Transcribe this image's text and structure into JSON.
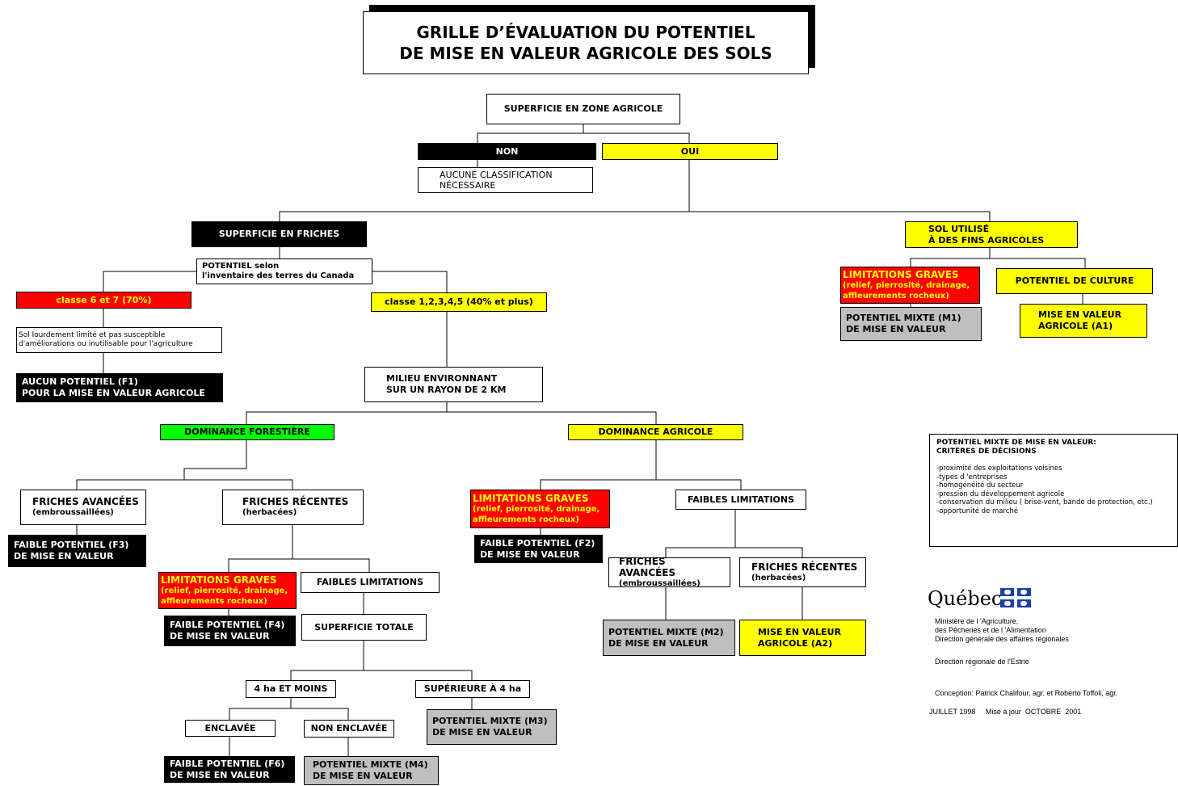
{
  "title": {
    "line1": "GRILLE D’ÉVALUATION DU POTENTIEL",
    "line2": "DE MISE EN VALEUR AGRICOLE DES SOLS"
  },
  "nodes": {
    "zone_agricole": "SUPERFICIE EN ZONE AGRICOLE",
    "non": "NON",
    "oui": "OUI",
    "aucune_classification": {
      "l1": "AUCUNE CLASSIFICATION",
      "l2": "NÉCESSAIRE"
    },
    "friches": "SUPERFICIE EN FRICHES",
    "sol_utilise": {
      "l1": "SOL UTILISÉ",
      "l2": "À DES FINS AGRICOLES"
    },
    "potentiel_selon": {
      "l1": "POTENTIEL selon",
      "l2": "l'inventaire des terres du Canada"
    },
    "classe67": "classe 6 et 7 (70%)",
    "classe15": "classe 1,2,3,4,5 (40% et plus)",
    "sol_limite": {
      "l1": "Sol lourdement limité et pas susceptible",
      "l2": "d'améliorations ou inutilisable pour l'agriculture"
    },
    "f1": {
      "l1": "AUCUN POTENTIEL (F1)",
      "l2": "POUR LA MISE EN VALEUR AGRICOLE"
    },
    "milieu": {
      "l1": "MILIEU ENVIRONNANT",
      "l2": "SUR UN RAYON DE 2 KM"
    },
    "lim_graves_sol": {
      "l1": "LIMITATIONS GRAVES",
      "l2": "(relief, pierrosité, drainage,",
      "l3": "affleurements rocheux)"
    },
    "potentiel_culture": "POTENTIEL DE CULTURE",
    "m1": {
      "l1": "POTENTIEL MIXTE (M1)",
      "l2": "DE MISE EN VALEUR"
    },
    "a1": {
      "l1": "MISE EN VALEUR",
      "l2": "AGRICOLE (A1)"
    },
    "dom_forestiere": "DOMINANCE FORESTIÈRE",
    "dom_agricole": "DOMINANCE AGRICOLE",
    "friches_avancees_f": {
      "l1": "FRICHES AVANCÉES",
      "l2": "(embroussaillées)"
    },
    "friches_recentes_f": {
      "l1": "FRICHES RÉCENTES",
      "l2": "(herbacées)"
    },
    "f3": {
      "l1": "FAIBLE POTENTIEL (F3)",
      "l2": "DE MISE EN VALEUR"
    },
    "lim_graves_f": {
      "l1": "LIMITATIONS GRAVES",
      "l2": "(relief, pierrosité, drainage,",
      "l3": "affleurements rocheux)"
    },
    "faibles_lim_f": "FAIBLES LIMITATIONS",
    "f4": {
      "l1": "FAIBLE POTENTIEL (F4)",
      "l2": "DE MISE EN VALEUR"
    },
    "superficie_totale": "SUPERFICIE TOTALE",
    "ha4_moins": "4 ha ET MOINS",
    "sup_4ha": "SUPÉRIEURE À 4 ha",
    "enclavee": "ENCLAVÉE",
    "non_enclavee": "NON ENCLAVÉE",
    "m3": {
      "l1": "POTENTIEL MIXTE (M3)",
      "l2": "DE MISE EN VALEUR"
    },
    "f6": {
      "l1": "FAIBLE POTENTIEL (F6)",
      "l2": "DE MISE EN VALEUR"
    },
    "m4": {
      "l1": "POTENTIEL MIXTE (M4)",
      "l2": "DE MISE EN VALEUR"
    },
    "lim_graves_a": {
      "l1": "LIMITATIONS GRAVES",
      "l2": "(relief, pierrosité, drainage,",
      "l3": "affleurements rocheux)"
    },
    "faibles_lim_a": "FAIBLES LIMITATIONS",
    "f2": {
      "l1": "FAIBLE POTENTIEL (F2)",
      "l2": "DE MISE EN VALEUR"
    },
    "friches_avancees_a": {
      "l1": "FRICHES AVANCÉES",
      "l2": "(embroussaillées)"
    },
    "friches_recentes_a": {
      "l1": "FRICHES RÉCENTES",
      "l2": "(herbacées)"
    },
    "m2": {
      "l1": "POTENTIEL MIXTE (M2)",
      "l2": "DE MISE EN VALEUR"
    },
    "a2": {
      "l1": "MISE EN VALEUR",
      "l2": "AGRICOLE (A2)"
    }
  },
  "criteria": {
    "h1": "POTENTIEL MIXTE DE MISE EN VALEUR:",
    "h2": "CRITÈRES DE DÉCISIONS",
    "items": [
      "-proximité des exploitations voisines",
      "-types d 'entreprises",
      "-homogénéité du secteur",
      "-pression du développement agricole",
      "-conservation du milieu ( brise-vent, bande de protection, etc.)",
      "-opportunité de marché"
    ]
  },
  "footer": {
    "logo_text": "Québec",
    "ministere1": "Ministère de l 'Agriculture,",
    "ministere2": "des Pêcheries et de l 'Alimentation",
    "ministere3": "Direction générale des affaires régionales",
    "direction": "Direction régionale de l'Estrie",
    "conception": "Conception: Patrick Chalifour, agr. et Roberto Toffoli, agr.",
    "date": "JUILLET 1998     Mise à jour  OCTOBRE  2001"
  },
  "colors": {
    "yellow": "#ffff00",
    "red": "#ff0000",
    "green": "#00ff00",
    "gray": "#bfbfbf",
    "black": "#000000"
  }
}
